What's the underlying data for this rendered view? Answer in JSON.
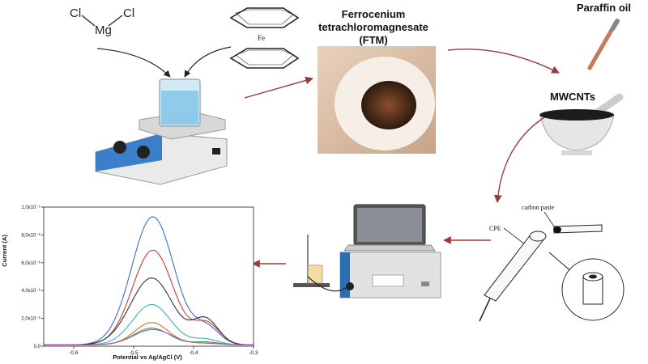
{
  "reagents": {
    "mgcl2": {
      "cl_left": "Cl",
      "mg": "Mg",
      "cl_right": "Cl"
    },
    "ferrocene_atom": "Fe"
  },
  "ftm": {
    "line1": "Ferrocenium",
    "line2": "tetrachloromagnesate",
    "line3": "(FTM)"
  },
  "paraffin_label": "Paraffin oil",
  "mwcnts_label": "MWCNTs",
  "electrode": {
    "carbon_paste_label": "carbon paste",
    "cpe_label": "CPE"
  },
  "colors": {
    "arrow": "#9b3a3a",
    "instrument_blue": "#2a6fb0",
    "ftm_brown": "#5a3320"
  },
  "chart_data": {
    "type": "line",
    "xlabel": "Potential vs Ag/AgCl (V)",
    "ylabel": "Current (A)",
    "xlim": [
      -0.65,
      -0.3
    ],
    "ylim": [
      0,
      1e-05
    ],
    "x_ticks": [
      "-0,6",
      "-0,5",
      "-0,4",
      "-0,3"
    ],
    "x_tick_values": [
      -0.6,
      -0.5,
      -0.4,
      -0.3
    ],
    "y_ticks": [
      "0,0",
      "2,0x10⁻⁶",
      "4,0x10⁻⁶",
      "6,0x10⁻⁶",
      "8,0x10⁻⁶",
      "1,0x10⁻⁵"
    ],
    "y_tick_values": [
      0,
      2e-06,
      4e-06,
      6e-06,
      8e-06,
      1e-05
    ],
    "series": [
      {
        "color": "#3a6fc0",
        "peak": 9.2e-06,
        "center": -0.468,
        "width": 0.05,
        "shoulder": 1.2e-06
      },
      {
        "color": "#d03a3a",
        "peak": 6.8e-06,
        "center": -0.468,
        "width": 0.048,
        "shoulder": 1.5e-06
      },
      {
        "color": "#333333",
        "peak": 4.8e-06,
        "center": -0.47,
        "width": 0.05,
        "shoulder": 1.8e-06
      },
      {
        "color": "#3ab0c0",
        "peak": 2.9e-06,
        "center": -0.47,
        "width": 0.045,
        "shoulder": 4e-07
      },
      {
        "color": "#c07a30",
        "peak": 1.6e-06,
        "center": -0.47,
        "width": 0.04,
        "shoulder": 2e-07
      },
      {
        "color": "#3aa050",
        "peak": 1.2e-06,
        "center": -0.47,
        "width": 0.042,
        "shoulder": 2e-07
      },
      {
        "color": "#b050b0",
        "peak": 1.1e-06,
        "center": -0.468,
        "width": 0.045,
        "shoulder": 1e-07
      }
    ]
  }
}
